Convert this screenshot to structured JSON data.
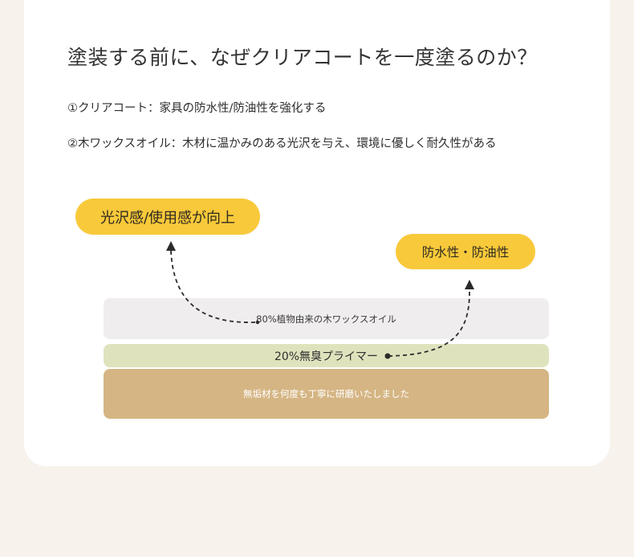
{
  "title": "塗装する前に、なぜクリアコートを一度塗るのか？",
  "points": [
    "①クリアコート：家具の防水性/防油性を強化する",
    "②木ワックスオイル：木材に温かみのある光沢を与え、環境に優しく耐久性がある"
  ],
  "callouts": {
    "left": "光沢感/使用感が向上",
    "right": "防水性・防油性"
  },
  "layers": {
    "top": "80%植物由来の木ワックスオイル",
    "middle": "20%無臭プライマー",
    "bottom": "無垢材を何度も丁寧に研磨いたしました"
  },
  "colors": {
    "background": "#f7f2ec",
    "card": "#ffffff",
    "callout": "#f8c93a",
    "layer_top": "#efeded",
    "layer_middle": "#dfe3bd",
    "layer_bottom": "#d5b583"
  }
}
